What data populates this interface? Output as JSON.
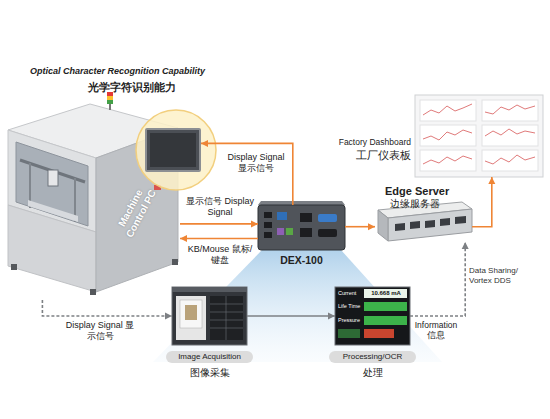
{
  "diagram": {
    "nodes": [
      {
        "text": [
          "Machine Control PC"
        ]
      },
      {
        "text": [
          "Optical Character Recognition Capability",
          "光学字符识别能力"
        ],
        "in": 0
      },
      {
        "text": [
          "DEX-100"
        ]
      },
      {
        "text": [
          "Edge Server",
          "边缘服务器"
        ]
      },
      {
        "text": [
          "Factory Dashboard",
          "工厂仪表板"
        ]
      },
      {
        "text": [
          "Image Acquisition",
          "图像采集"
        ]
      },
      {
        "text": [
          "Processing/OCR",
          "处理"
        ]
      }
    ],
    "edges": [
      {
        "from": 2,
        "to": 1,
        "arrow": "to",
        "label": "Display Signal 显示信号"
      },
      {
        "from": 0,
        "to": 2,
        "arrow": "to",
        "label": "显示信号 Display Signal"
      },
      {
        "from": 2,
        "to": 0,
        "arrow": "to",
        "label": "KB/Mouse 鼠标/键盘"
      },
      {
        "from": 2,
        "to": 3,
        "arrow": "to"
      },
      {
        "from": 3,
        "to": 4,
        "arrow": "to"
      },
      {
        "from": 0,
        "to": 5,
        "arrow": "to",
        "label": "Display Signal 显示信号"
      },
      {
        "from": 5,
        "to": 6,
        "arrow": "to"
      },
      {
        "from": 6,
        "to": 3,
        "arrow": "to",
        "label": "Information 信息"
      }
    ],
    "labels": [
      "Data Sharing/ Vortex DDS",
      "Current",
      "10.668 mA",
      "Life Time",
      "Pressure"
    ]
  }
}
